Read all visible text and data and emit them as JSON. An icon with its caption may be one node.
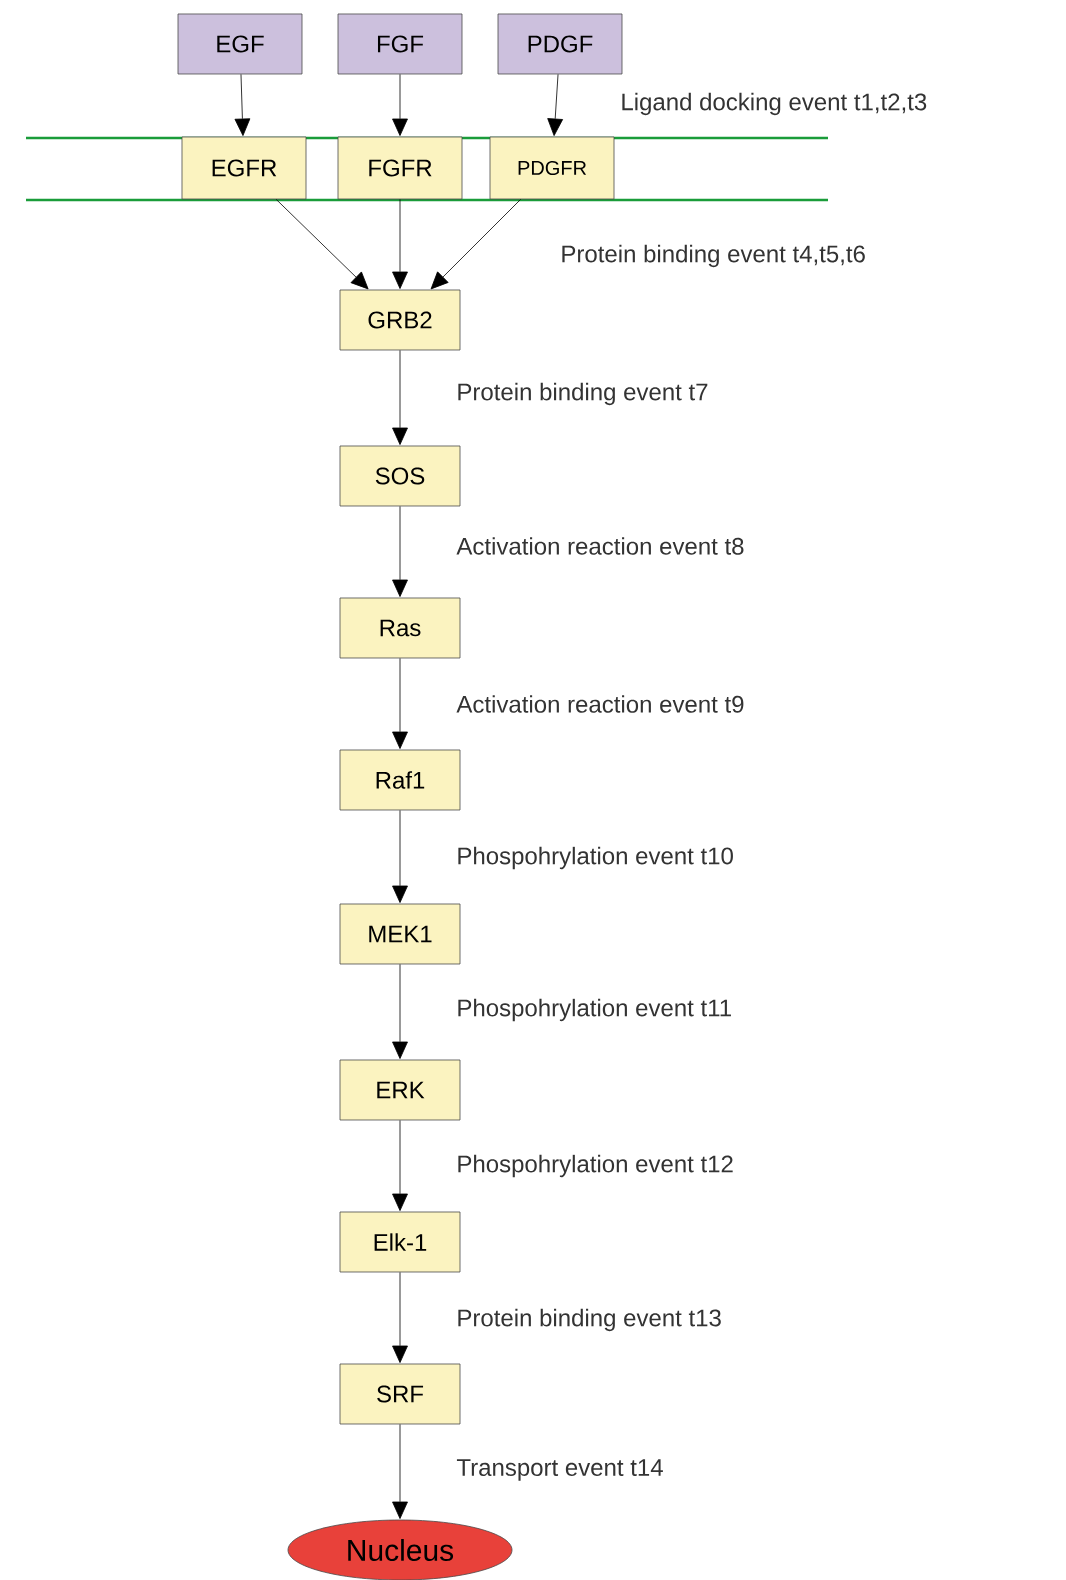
{
  "diagram": {
    "nodes": [
      {
        "text": [
          "EGF"
        ]
      },
      {
        "text": [
          "FGF"
        ]
      },
      {
        "text": [
          "PDGF"
        ]
      },
      {
        "text": [
          "EGFR"
        ]
      },
      {
        "text": [
          "FGFR"
        ]
      },
      {
        "text": [
          "PDGFR"
        ]
      },
      {
        "text": [
          "GRB2"
        ]
      },
      {
        "text": [
          "SOS"
        ]
      },
      {
        "text": [
          "Ras"
        ]
      },
      {
        "text": [
          "Raf1"
        ]
      },
      {
        "text": [
          "MEK1"
        ]
      },
      {
        "text": [
          "ERK"
        ]
      },
      {
        "text": [
          "Elk-1"
        ]
      },
      {
        "text": [
          "SRF"
        ]
      },
      {
        "text": [
          "Nucleus"
        ]
      }
    ],
    "edges": [
      {
        "from": 0,
        "to": 3,
        "arrow": "to"
      },
      {
        "from": 1,
        "to": 4,
        "arrow": "to"
      },
      {
        "from": 2,
        "to": 5,
        "arrow": "to"
      },
      {
        "from": 3,
        "to": 6,
        "arrow": "to"
      },
      {
        "from": 4,
        "to": 6,
        "arrow": "to"
      },
      {
        "from": 5,
        "to": 6,
        "arrow": "to"
      },
      {
        "from": 6,
        "to": 7,
        "arrow": "to"
      },
      {
        "from": 7,
        "to": 8,
        "arrow": "to"
      },
      {
        "from": 8,
        "to": 9,
        "arrow": "to"
      },
      {
        "from": 9,
        "to": 10,
        "arrow": "to"
      },
      {
        "from": 10,
        "to": 11,
        "arrow": "to"
      },
      {
        "from": 11,
        "to": 12,
        "arrow": "to"
      },
      {
        "from": 12,
        "to": 13,
        "arrow": "to"
      },
      {
        "from": 13,
        "to": 14,
        "arrow": "to"
      }
    ],
    "labels": [
      "Ligand docking event  t1,t2,t3",
      "Protein binding event  t4,t5,t6",
      "Protein binding event  t7",
      "Activation reaction event t8",
      "Activation reaction event t9",
      "Phospohrylation event t10",
      "Phospohrylation event t11",
      "Phospohrylation event t12",
      "Protein binding event t13",
      "Transport event t14"
    ]
  }
}
